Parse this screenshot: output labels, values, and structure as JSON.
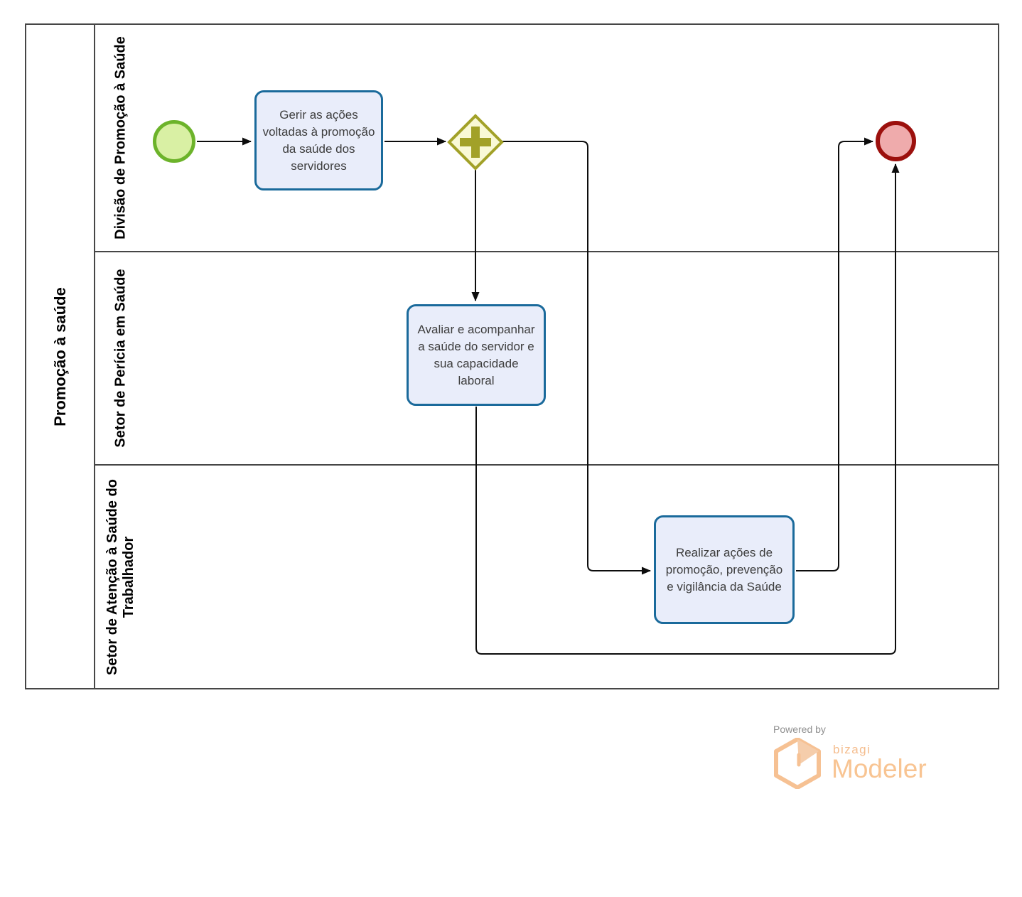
{
  "pool": {
    "name": "Promoção à saúde",
    "lanes": [
      {
        "label": "Divisão de Promoção à Saúde"
      },
      {
        "label": "Setor de Perícia em Saúde"
      },
      {
        "label": "Setor de Atenção à Saúde do Trabalhador"
      }
    ]
  },
  "nodes": {
    "start_event": {
      "type": "start-event"
    },
    "task_gerir": {
      "label": "Gerir as ações voltadas à promoção da saúde dos servidores"
    },
    "parallel_gateway": {
      "type": "parallel-gateway",
      "symbol": "+"
    },
    "task_avaliar": {
      "label": "Avaliar e acompanhar a saúde do servidor e sua capacidade laboral"
    },
    "task_realizar": {
      "label": "Realizar ações de promoção, prevenção e vigilância da Saúde"
    },
    "end_event": {
      "type": "end-event"
    }
  },
  "branding": {
    "powered_by": "Powered by",
    "brand": "bizagi",
    "product": "Modeler"
  },
  "colors": {
    "task_fill": "#e9edfa",
    "task_border": "#1a6a9b",
    "start_fill": "#d9f0a4",
    "start_border": "#6cb32a",
    "end_fill": "#efabac",
    "end_border": "#9c100d",
    "gateway_fill": "#f9f9d6",
    "gateway_border": "#a2a128",
    "pool_border": "#464646",
    "connector": "#0c0c0c",
    "brand_orange": "#f8c492",
    "powered_gray": "#8f8f8f"
  }
}
